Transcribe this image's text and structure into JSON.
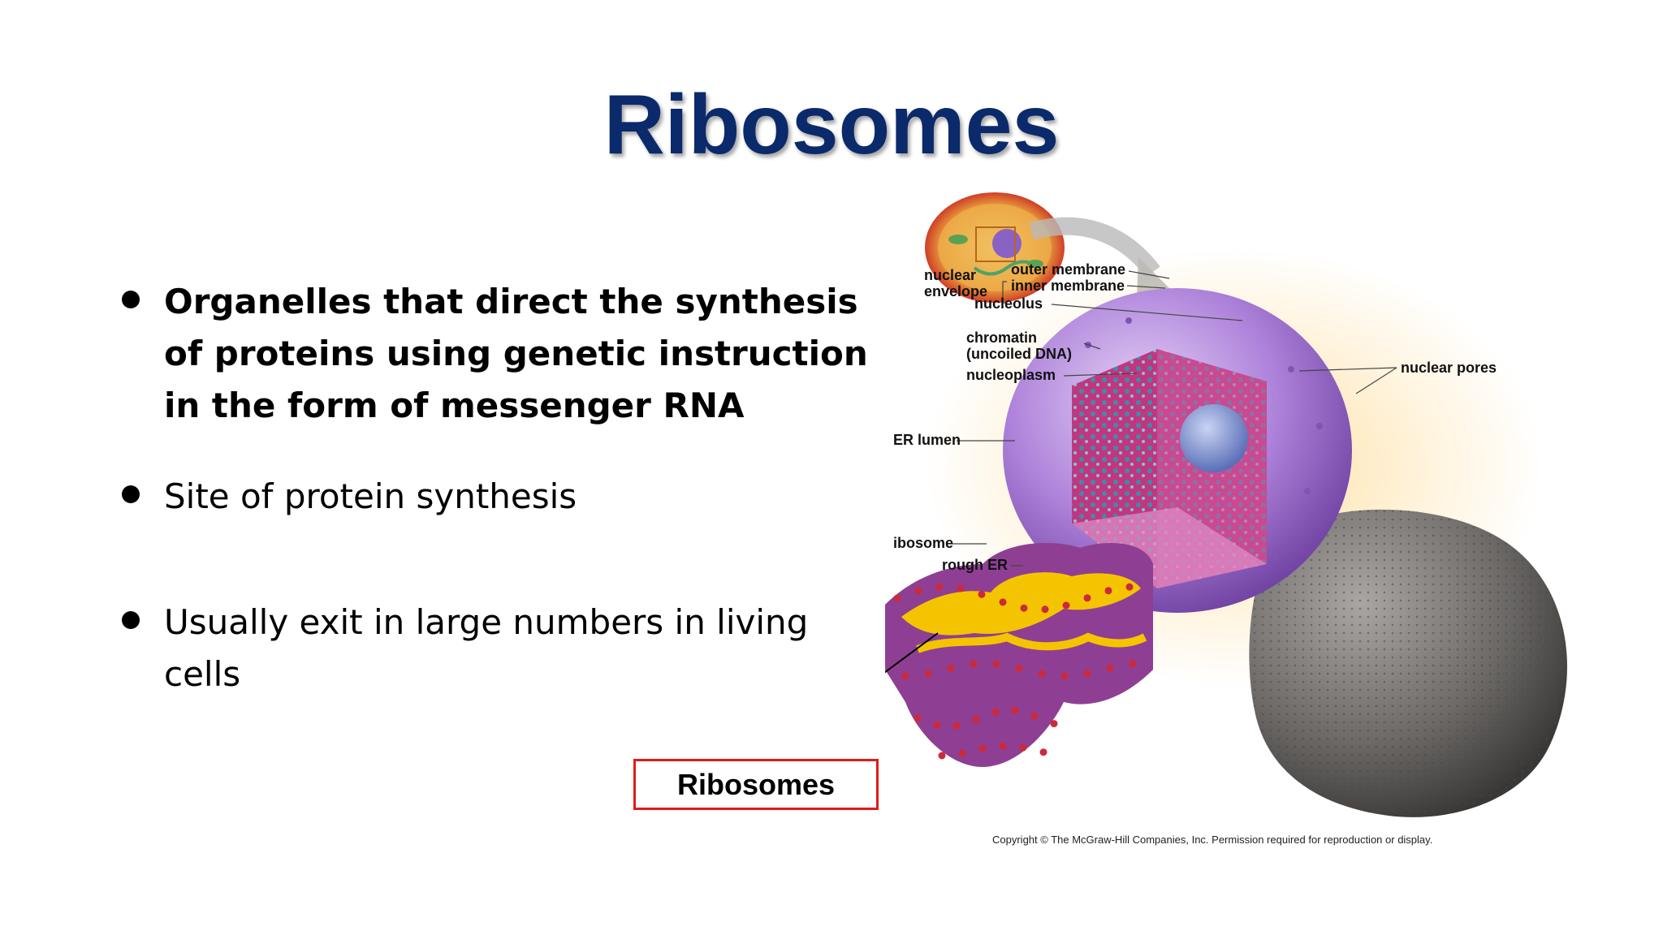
{
  "slide": {
    "title": "Ribosomes",
    "bullets": [
      "Organelles that direct the synthesis of proteins using genetic instruction in the form of messenger RNA",
      "Site of protein synthesis",
      "Usually exit in large numbers in living cells"
    ],
    "callout_label": "Ribosomes"
  },
  "figure": {
    "labels": {
      "nuclear": "nuclear",
      "envelope": "envelope",
      "outer_membrane": "outer membrane",
      "inner_membrane": "inner membrane",
      "nucleolus": "nucleolus",
      "chromatin": "chromatin",
      "uncoiled_dna": "(uncoiled DNA)",
      "nucleoplasm": "nucleoplasm",
      "nuclear_pores": "nuclear pores",
      "er_lumen": "ER lumen",
      "ribosome": "ibosome",
      "rough_er": "rough ER"
    },
    "copyright": "Copyright © The McGraw-Hill Companies, Inc. Permission required for reproduction or display."
  },
  "colors": {
    "title": "#0b2a6b",
    "callout_border": "#e11b1b",
    "nucleus": "#a77ad6",
    "er_membrane": "#8e3f93",
    "er_lumen": "#f5c400",
    "ribosome_dot": "#cc2a3a"
  }
}
